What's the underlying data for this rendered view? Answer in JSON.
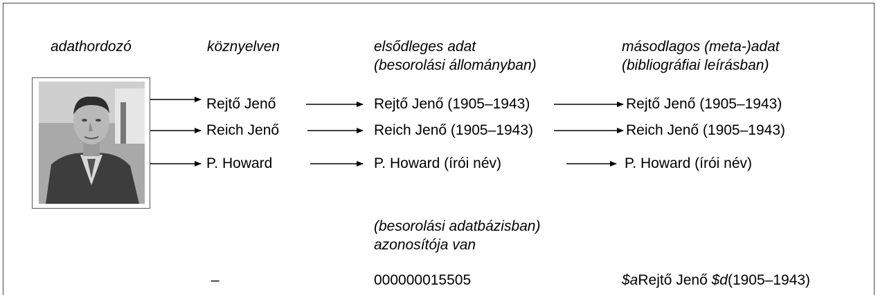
{
  "headers": {
    "carrier": "adathordozó",
    "common": "köznyelven",
    "primary_line1": "elsődleges adat",
    "primary_line2": "(besorolási állományban)",
    "secondary_line1": "másodlagos (meta-)adat",
    "secondary_line2": "(bibliográfiai leírásban)"
  },
  "photo": {
    "alt": "portrait photograph"
  },
  "rows": [
    {
      "common": "Rejtő Jenő",
      "primary": "Rejtő Jenő (1905–1943)",
      "secondary": "Rejtő Jenő (1905–1943)"
    },
    {
      "common": "Reich Jenő",
      "primary": "Reich Jenő (1905–1943)",
      "secondary": "Reich Jenő (1905–1943)"
    },
    {
      "common": "P. Howard",
      "primary": "P. Howard (írói név)",
      "secondary": "P. Howard (írói név)"
    }
  ],
  "identifier": {
    "line1": "(besorolási adatbázisban)",
    "line2": "azonosítója van",
    "common": "–",
    "primary": "000000015505",
    "secondary_sym_a": "$a",
    "secondary_name": "Rejtő Jenő ",
    "secondary_sym_d": "$d",
    "secondary_dates": "(1905–1943)"
  },
  "colors": {
    "text": "#000000",
    "border": "#444444"
  }
}
